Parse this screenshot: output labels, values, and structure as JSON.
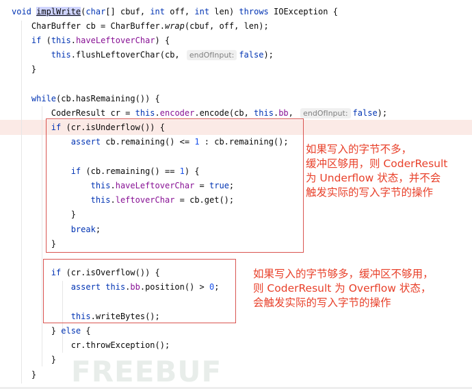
{
  "code_lines": [
    [
      [
        "kw",
        "void "
      ],
      [
        "sel",
        "implWrite"
      ],
      [
        "",
        "("
      ],
      [
        "kw",
        "char"
      ],
      [
        "",
        "[] cbuf, "
      ],
      [
        "kw",
        "int"
      ],
      [
        "",
        " off, "
      ],
      [
        "kw",
        "int"
      ],
      [
        "",
        " len) "
      ],
      [
        "kw",
        "throws"
      ],
      [
        "",
        " IOException {"
      ]
    ],
    [
      [
        "",
        "    CharBuffer cb = CharBuffer."
      ],
      [
        "it",
        "wrap"
      ],
      [
        "",
        "(cbuf, off, len);"
      ]
    ],
    [
      [
        "kw",
        "    if"
      ],
      [
        "",
        " ("
      ],
      [
        "kw",
        "this"
      ],
      [
        "",
        "."
      ],
      [
        "fld",
        "haveLeftoverChar"
      ],
      [
        "",
        ") {"
      ]
    ],
    [
      [
        "kw",
        "        this"
      ],
      [
        "",
        ".flushLeftoverChar(cb, "
      ],
      [
        "hint",
        "endOfInput:"
      ],
      [
        "kw",
        "false"
      ],
      [
        "",
        ");"
      ]
    ],
    [
      [
        "",
        "    }"
      ]
    ],
    [],
    [
      [
        "kw",
        "    while"
      ],
      [
        "",
        "(cb.hasRemaining()) {"
      ]
    ],
    [
      [
        "",
        "        CoderResult cr = "
      ],
      [
        "kw",
        "this"
      ],
      [
        "",
        "."
      ],
      [
        "fld",
        "encoder"
      ],
      [
        "",
        ".encode(cb, "
      ],
      [
        "kw",
        "this"
      ],
      [
        "",
        "."
      ],
      [
        "fld",
        "bb"
      ],
      [
        "",
        ", "
      ],
      [
        "hint",
        "endOfInput:"
      ],
      [
        "kw",
        "false"
      ],
      [
        "",
        ");"
      ]
    ],
    [
      [
        "kw",
        "        if"
      ],
      [
        "",
        " (cr.isUnderflow()) {"
      ]
    ],
    [
      [
        "kw",
        "            assert"
      ],
      [
        "",
        " cb.remaining() <= "
      ],
      [
        "num",
        "1"
      ],
      [
        "",
        " : cb.remaining();"
      ]
    ],
    [],
    [
      [
        "kw",
        "            if"
      ],
      [
        "",
        " (cb.remaining() == "
      ],
      [
        "num",
        "1"
      ],
      [
        "",
        ") {"
      ]
    ],
    [
      [
        "kw",
        "                this"
      ],
      [
        "",
        "."
      ],
      [
        "fld",
        "haveLeftoverChar"
      ],
      [
        "",
        " = "
      ],
      [
        "kw",
        "true"
      ],
      [
        "",
        ";"
      ]
    ],
    [
      [
        "kw",
        "                this"
      ],
      [
        "",
        "."
      ],
      [
        "fld",
        "leftoverChar"
      ],
      [
        "",
        " = cb.get();"
      ]
    ],
    [
      [
        "",
        "            }"
      ]
    ],
    [
      [
        "kw",
        "            break"
      ],
      [
        "",
        ";"
      ]
    ],
    [
      [
        "",
        "        }"
      ]
    ],
    [],
    [
      [
        "kw",
        "        if"
      ],
      [
        "",
        " (cr.isOverflow()) {"
      ]
    ],
    [
      [
        "kw",
        "            assert this"
      ],
      [
        "",
        "."
      ],
      [
        "fld",
        "bb"
      ],
      [
        "",
        ".position() > "
      ],
      [
        "num",
        "0"
      ],
      [
        "",
        ";"
      ]
    ],
    [],
    [
      [
        "kw",
        "            this"
      ],
      [
        "",
        ".writeBytes();"
      ]
    ],
    [
      [
        "",
        "        } "
      ],
      [
        "kw",
        "else"
      ],
      [
        "",
        " {"
      ]
    ],
    [
      [
        "",
        "            cr.throwException();"
      ]
    ],
    [
      [
        "",
        "        }"
      ]
    ],
    [
      [
        "",
        "    }"
      ]
    ]
  ],
  "annotations": {
    "underflow_note": "如果写入的字节不多，\n缓冲区够用，则 CoderResult\n为 Underflow 状态，并不会\n触发实际的写入字节的操作",
    "overflow_note": "如果写入的字节够多，缓冲区不够用，\n则 CoderResult 为 Overflow 状态，\n会触发实际的写入字节的操作"
  },
  "watermark": "FREEBUF",
  "colors": {
    "annotation": "#e8402a",
    "keyword": "#0033b3",
    "field": "#871094",
    "highlight_row": "#fbeae6"
  }
}
